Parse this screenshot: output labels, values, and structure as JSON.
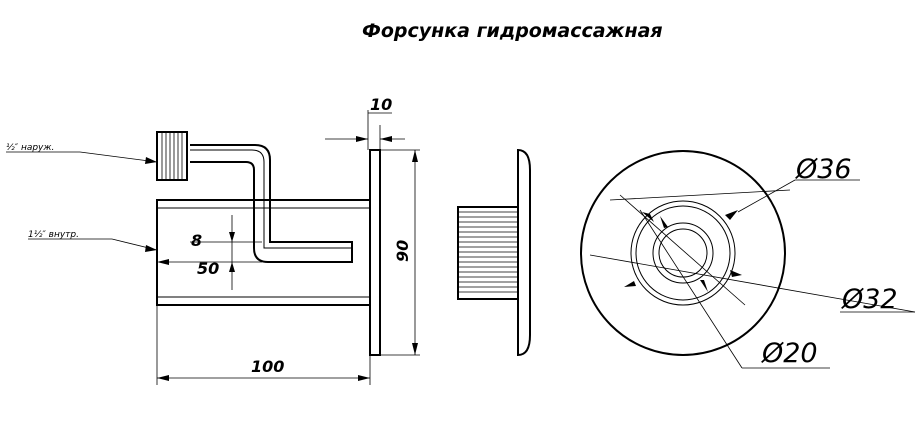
{
  "title": "Форсунка гидромассажная",
  "dimensions": {
    "width_10": "10",
    "height_90": "90",
    "length_100": "100",
    "offset_8": "8",
    "offset_50": "50",
    "diameter_36": "Ø36",
    "diameter_32": "Ø32",
    "diameter_20": "Ø20"
  },
  "notes": {
    "outer_thread": "½″ наруж.",
    "inner_thread": "1½″ внутр."
  }
}
